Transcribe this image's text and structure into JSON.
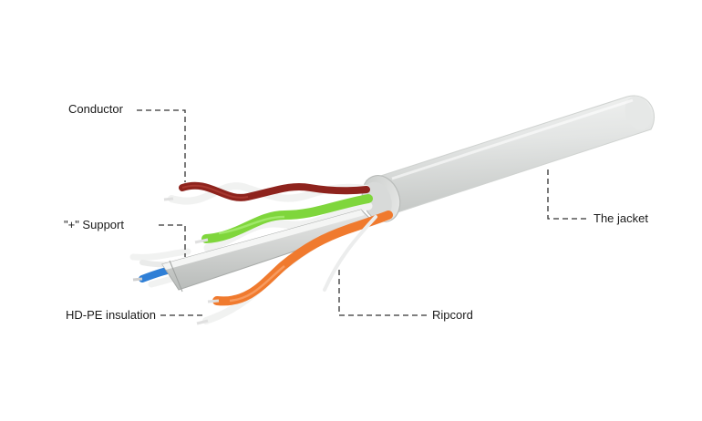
{
  "labels": {
    "conductor": "Conductor",
    "support": "\"+\" Support",
    "insulation": "HD-PE insulation",
    "jacket": "The jacket",
    "ripcord": "Ripcord"
  },
  "colors": {
    "jacket": "#e2e4e3",
    "pair_brown": "#8e231d",
    "pair_green": "#7fd63c",
    "pair_orange": "#f07a2e",
    "pair_blue": "#2f7fd6",
    "white_wire": "#f1f2f1",
    "copper": "#e0e0e0"
  }
}
